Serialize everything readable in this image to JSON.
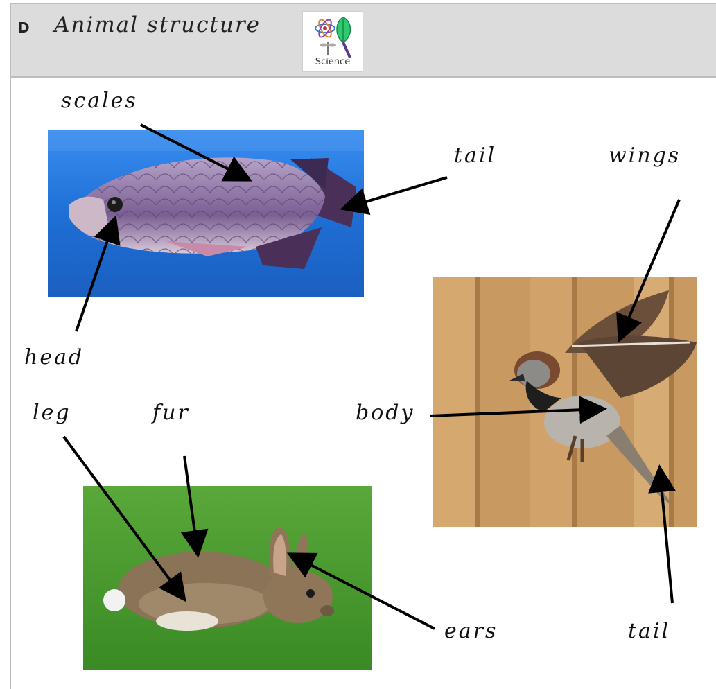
{
  "header": {
    "letter": "D",
    "title": "Animal structure",
    "badge_label": "Science"
  },
  "labels": {
    "scales": "scales",
    "fish_tail": "tail",
    "head": "head",
    "wings": "wings",
    "body": "body",
    "bird_tail": "tail",
    "leg": "leg",
    "fur": "fur",
    "ears": "ears"
  },
  "images": {
    "fish": "fish-photo",
    "bird": "sparrow-photo",
    "rabbit": "rabbit-photo"
  },
  "colors": {
    "header_bg": "#dcdcdc",
    "arrow": "#000000",
    "water": "#1f6fd6",
    "grass": "#3f9a2a",
    "fence": "#c89a62"
  }
}
